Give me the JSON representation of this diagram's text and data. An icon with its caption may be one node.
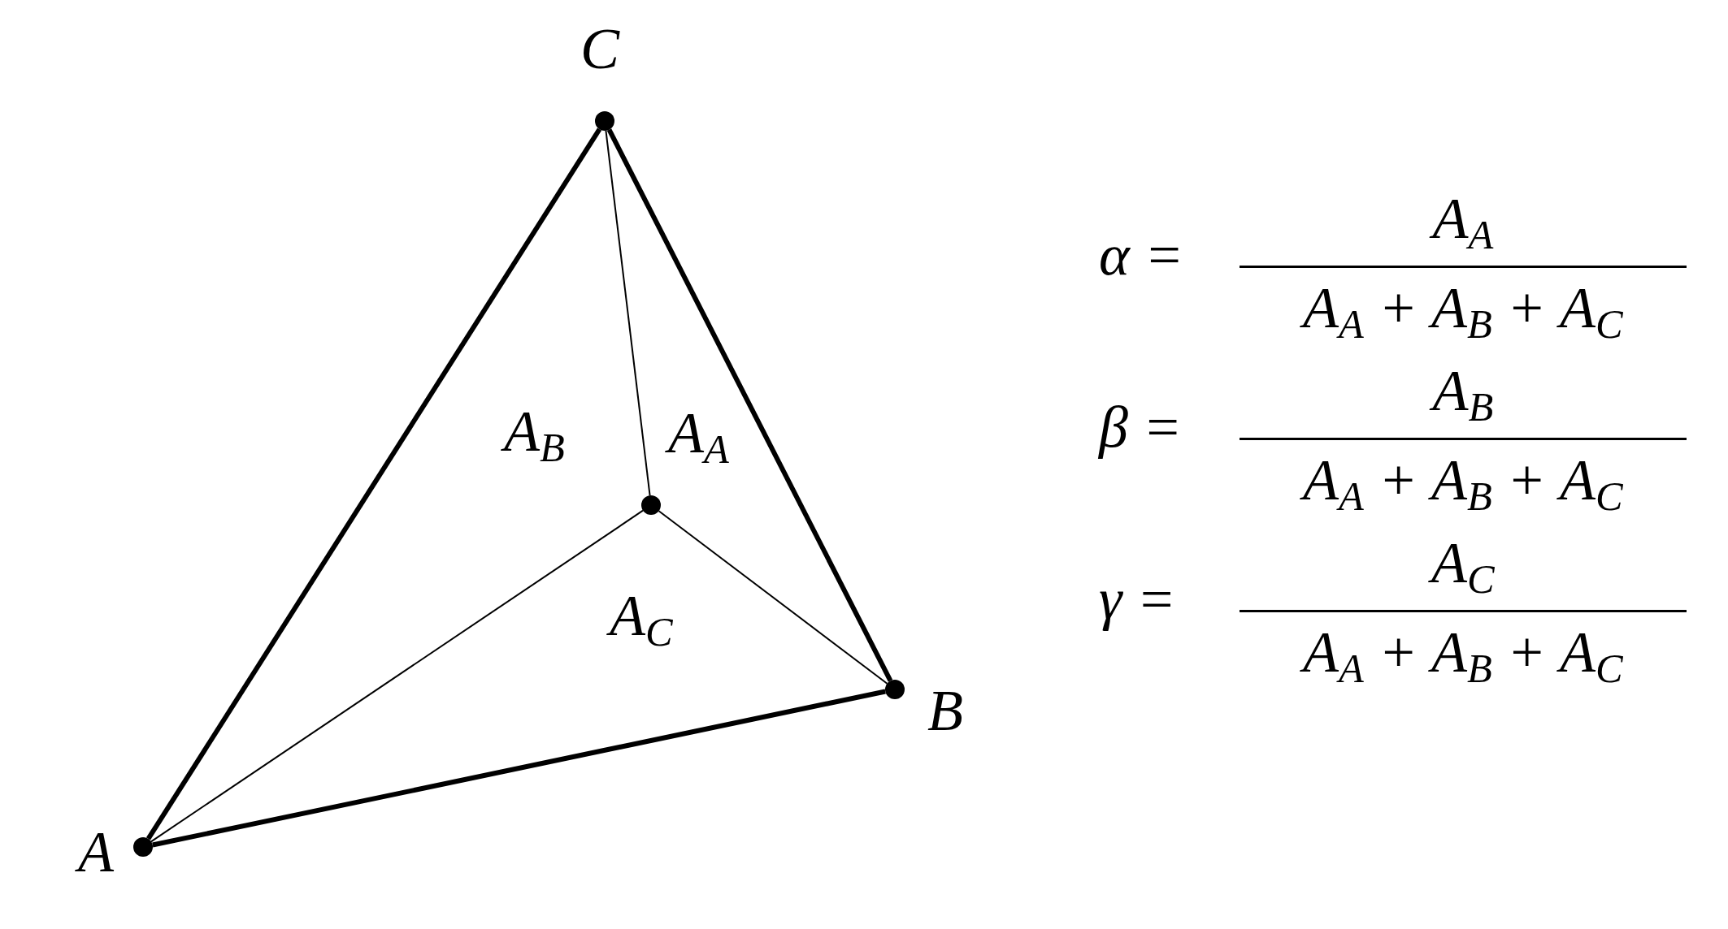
{
  "diagram": {
    "nodes": [
      {
        "text": [],
        "shape": "circle",
        "beside": [
          "A"
        ]
      },
      {
        "text": [],
        "shape": "circle",
        "beside": [
          "B"
        ]
      },
      {
        "text": [],
        "shape": "circle",
        "beside": [
          "C"
        ]
      },
      {
        "text": [],
        "shape": "circle"
      }
    ],
    "edges": [
      {
        "from": 0,
        "to": 1,
        "arrow": "none",
        "style": "thick"
      },
      {
        "from": 1,
        "to": 2,
        "arrow": "none",
        "style": "thick"
      },
      {
        "from": 2,
        "to": 0,
        "arrow": "none",
        "style": "thick"
      },
      {
        "from": 3,
        "to": 0,
        "arrow": "none"
      },
      {
        "from": 3,
        "to": 1,
        "arrow": "none"
      },
      {
        "from": 3,
        "to": 2,
        "arrow": "none"
      }
    ],
    "labels": [
      "A$_{B}$",
      "A$_{A}$",
      "A$_{C}$",
      "α =",
      "A$_{A}$",
      "A$_{A}$ + A$_{B}$ + A$_{C}$",
      "β =",
      "A$_{B}$",
      "A$_{A}$ + A$_{B}$ + A$_{C}$",
      "γ =",
      "A$_{C}$",
      "A$_{A}$ + A$_{B}$ + A$_{C}$"
    ]
  }
}
